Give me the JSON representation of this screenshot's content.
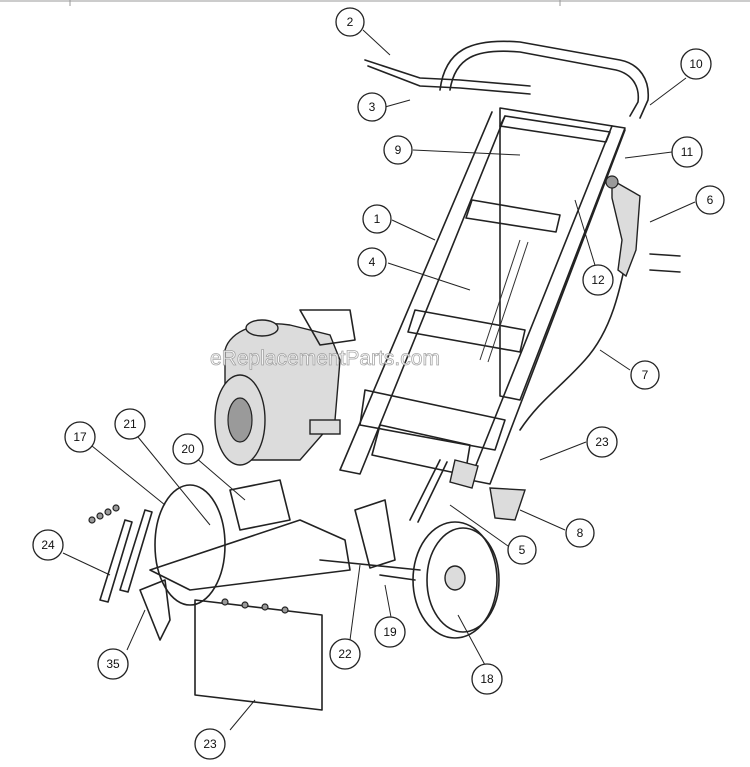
{
  "watermark": "eReplacementParts.com",
  "callouts": [
    {
      "label": "2"
    },
    {
      "label": "3"
    },
    {
      "label": "10"
    },
    {
      "label": "9"
    },
    {
      "label": "11"
    },
    {
      "label": "6"
    },
    {
      "label": "1"
    },
    {
      "label": "4"
    },
    {
      "label": "12"
    },
    {
      "label": "7"
    },
    {
      "label": "23"
    },
    {
      "label": "17"
    },
    {
      "label": "21"
    },
    {
      "label": "20"
    },
    {
      "label": "8"
    },
    {
      "label": "24"
    },
    {
      "label": "5"
    },
    {
      "label": "22"
    },
    {
      "label": "19"
    },
    {
      "label": "35"
    },
    {
      "label": "18"
    },
    {
      "label": "23"
    }
  ]
}
